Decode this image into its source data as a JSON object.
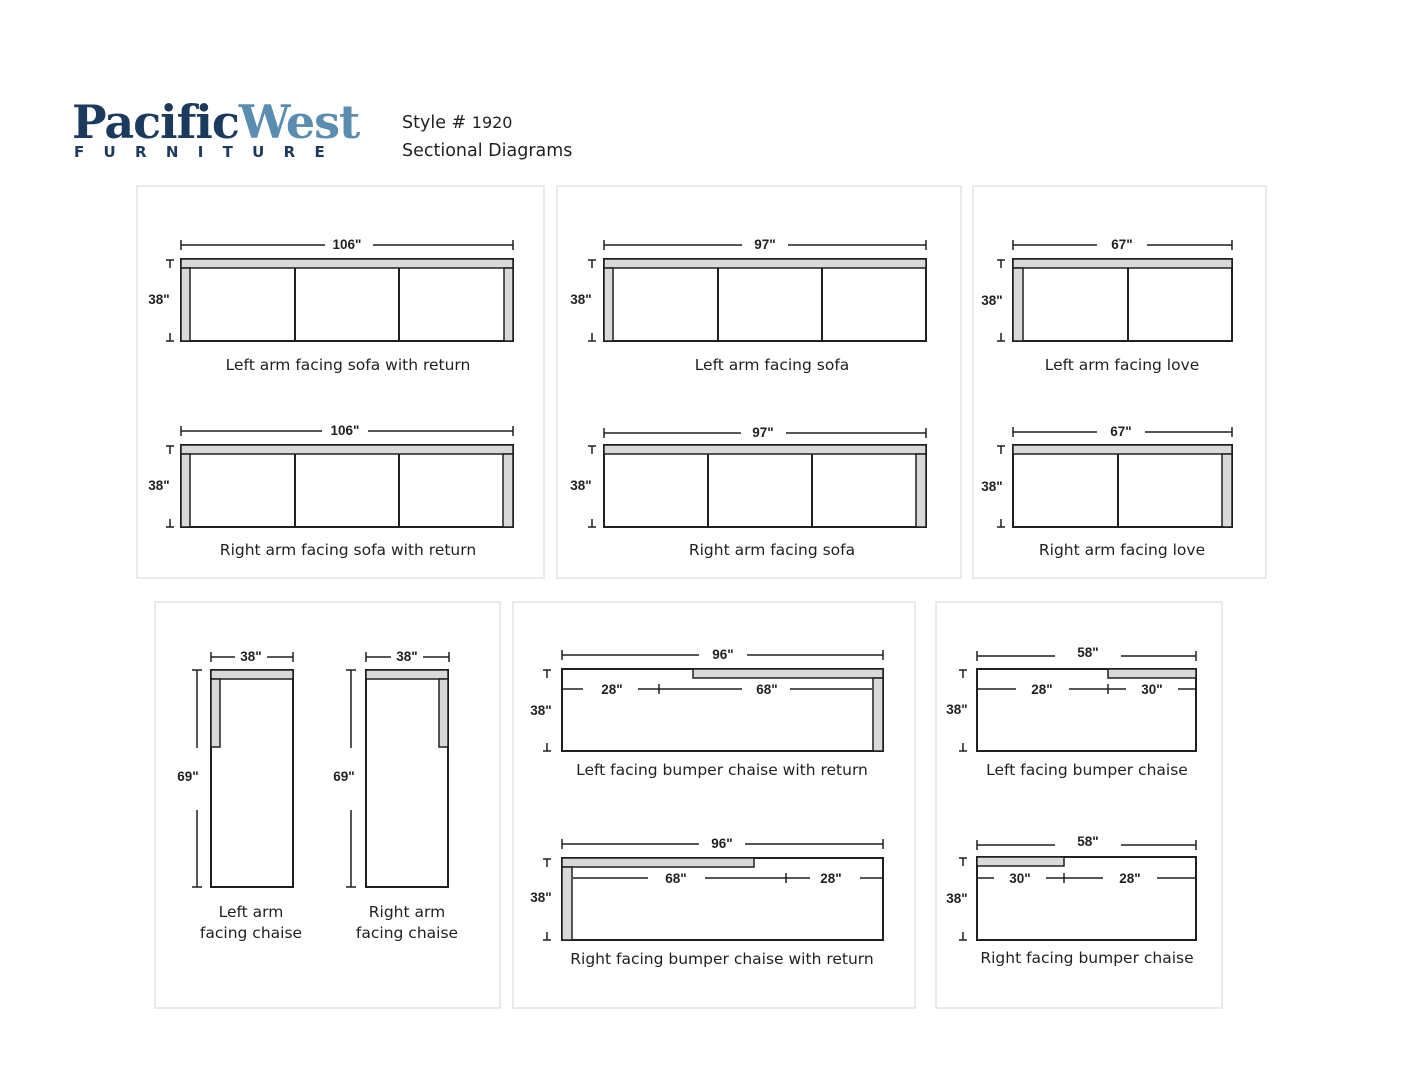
{
  "brand": {
    "name_part1": "Pacific",
    "name_part2": "West",
    "tagline": "FURNITURE"
  },
  "header": {
    "style_label": "Style #",
    "style_number": "1920",
    "subtitle": "Sectional Diagrams"
  },
  "colors": {
    "arm_fill": "#d9d9d9",
    "line": "#231f20",
    "panel_border": "#e3e3e3",
    "logo_navy": "#1c3a5e",
    "logo_blue": "#5b8db0"
  },
  "units": {
    "depth_38": "38\"",
    "chaise_length": "69\""
  },
  "pieces": {
    "laf_sofa_return": {
      "label": "Left arm facing sofa with return",
      "width": "106\""
    },
    "raf_sofa_return": {
      "label": "Right arm facing sofa with return",
      "width": "106\""
    },
    "laf_sofa": {
      "label": "Left arm facing sofa",
      "width": "97\""
    },
    "raf_sofa": {
      "label": "Right arm facing sofa",
      "width": "97\""
    },
    "laf_love": {
      "label": "Left arm facing love",
      "width": "67\""
    },
    "raf_love": {
      "label": "Right arm facing love",
      "width": "67\""
    },
    "laf_chaise": {
      "label_line1": "Left arm",
      "label_line2": "facing chaise",
      "width": "38\""
    },
    "raf_chaise": {
      "label_line1": "Right arm",
      "label_line2": "facing chaise",
      "width": "38\""
    },
    "lf_bumper_return": {
      "label": "Left facing bumper chaise with return",
      "width": "96\"",
      "seg_a": "28\"",
      "seg_b": "68\""
    },
    "rf_bumper_return": {
      "label": "Right facing bumper chaise with return",
      "width": "96\"",
      "seg_a": "68\"",
      "seg_b": "28\""
    },
    "lf_bumper": {
      "label": "Left facing bumper chaise",
      "width": "58\"",
      "seg_a": "28\"",
      "seg_b": "30\""
    },
    "rf_bumper": {
      "label": "Right facing bumper chaise",
      "width": "58\"",
      "seg_a": "30\"",
      "seg_b": "28\""
    }
  }
}
